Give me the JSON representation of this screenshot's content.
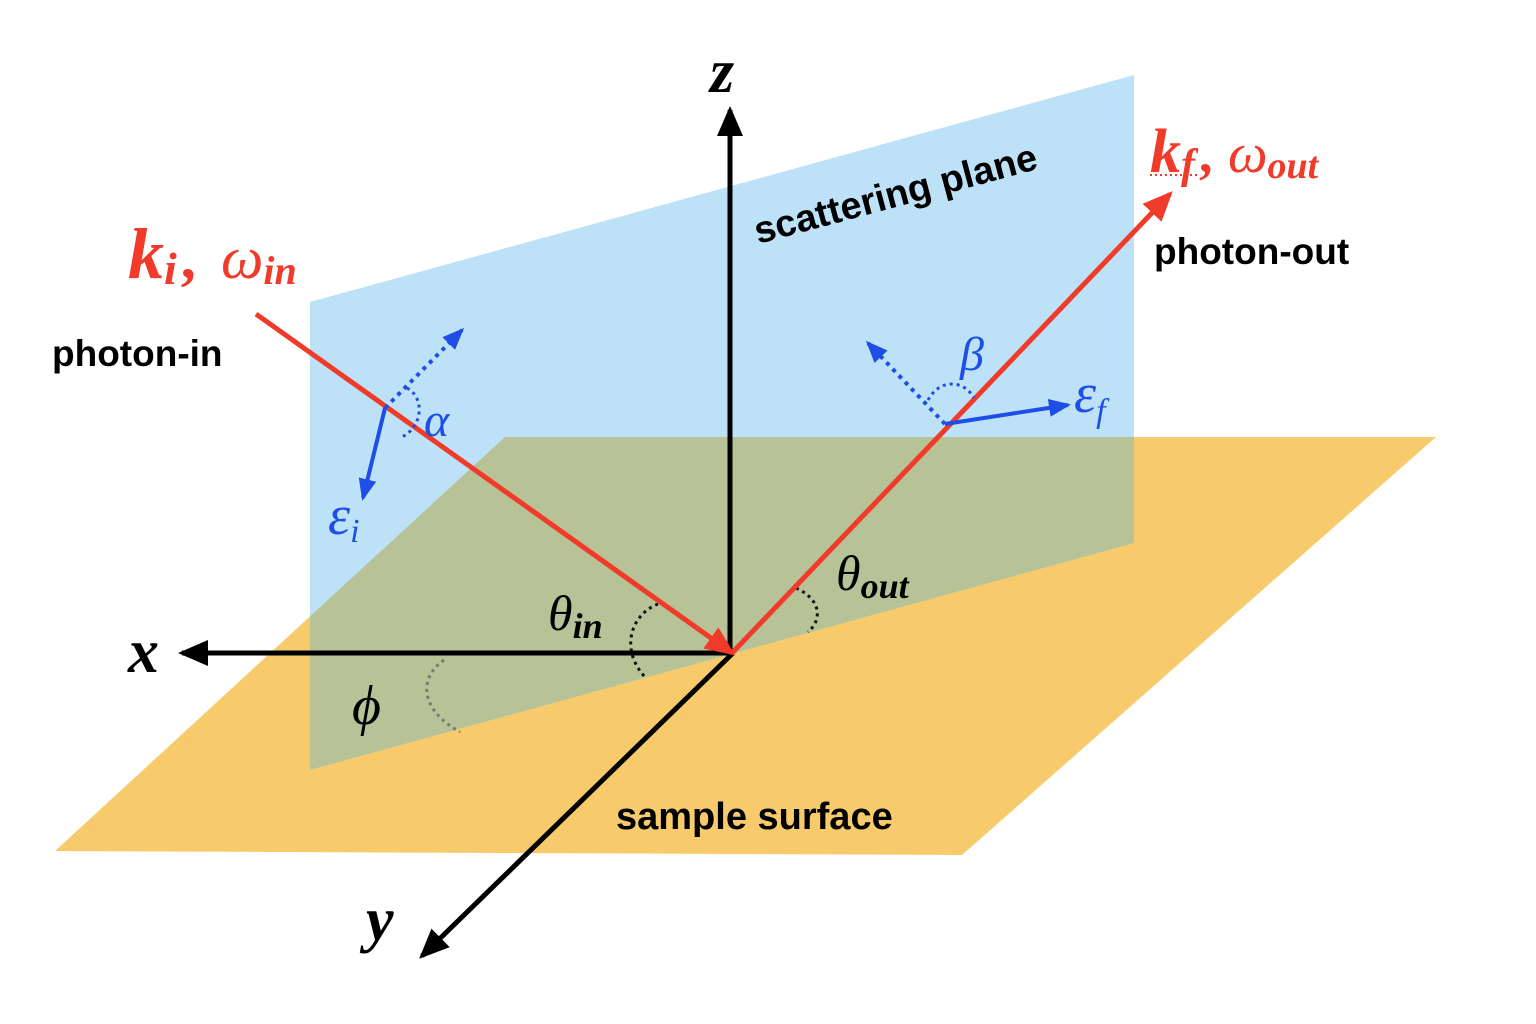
{
  "labels": {
    "z_axis": "z",
    "x_axis": "x",
    "y_axis": "y",
    "scattering_plane": "scattering plane",
    "sample_surface": "sample surface",
    "photon_in": "photon-in",
    "photon_out": "photon-out",
    "k_in": "k",
    "k_in_sub": "i",
    "omega_in": "ω",
    "omega_in_sub": "in",
    "k_out": "k",
    "k_out_sub": "f",
    "omega_out": "ω",
    "omega_out_sub": "out",
    "comma": ",",
    "alpha": "α",
    "beta": "β",
    "epsilon": "ε",
    "epsilon_i_sub": "i",
    "epsilon_f_sub": "f",
    "theta": "θ",
    "theta_in_sub": "in",
    "theta_out_sub": "out",
    "phi": "ϕ"
  },
  "colors": {
    "photon": "#f03a2a",
    "polarization": "#1f4ee6",
    "axis": "#000000",
    "sample_surface": "#f7cb6b",
    "scattering_plane": "#bde2f7",
    "overlap": "#b8c297"
  }
}
